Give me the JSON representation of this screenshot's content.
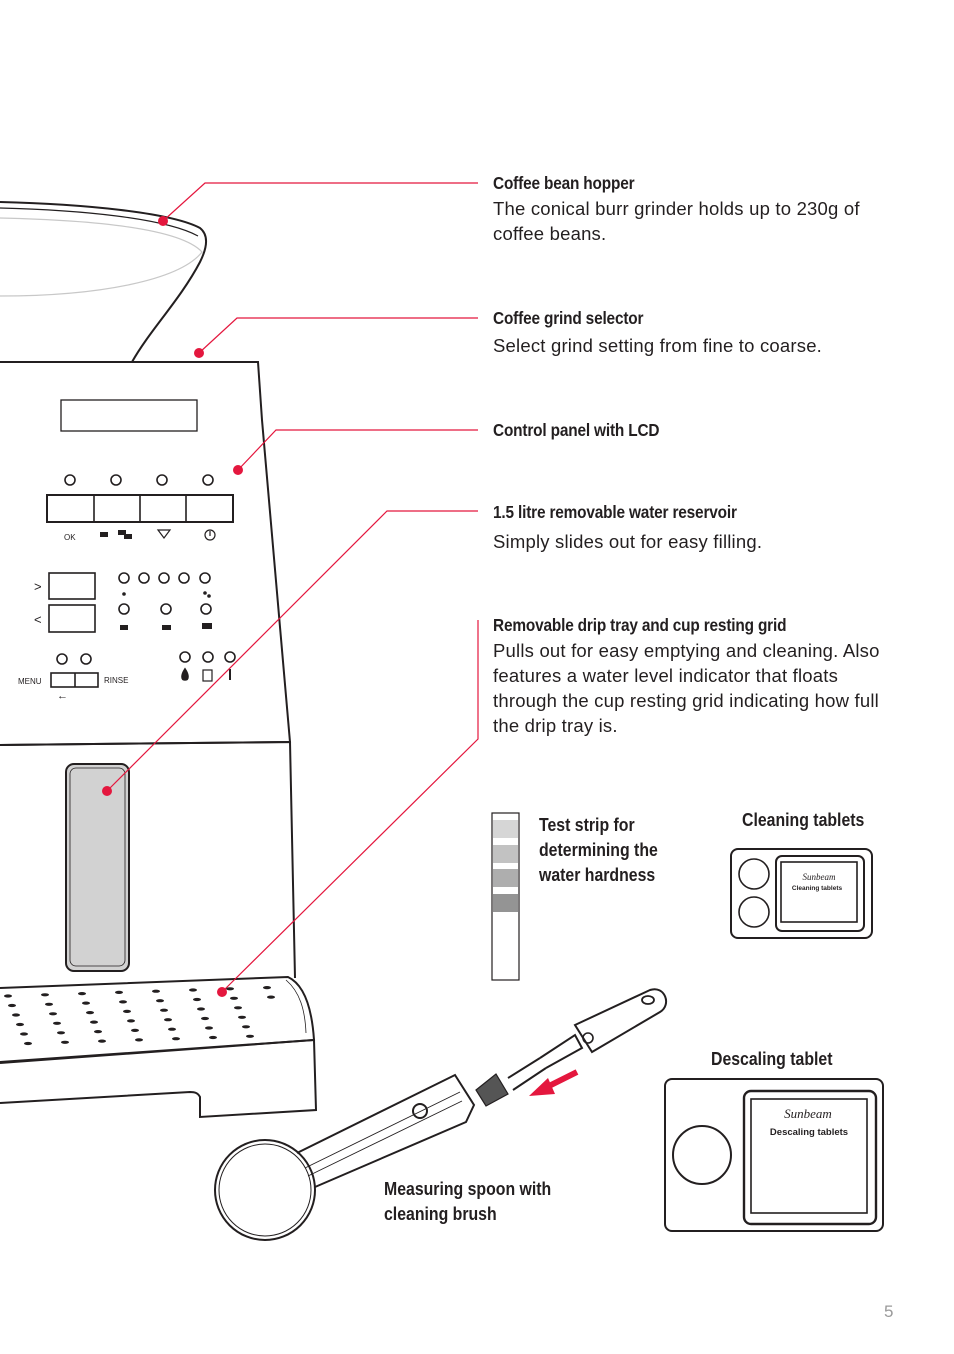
{
  "callouts": [
    {
      "title": "Coffee bean hopper",
      "description": "The conical burr grinder holds up to 230g of coffee beans."
    },
    {
      "title": "Coffee grind selector",
      "description": "Select grind setting from fine to coarse."
    },
    {
      "title": "Control panel with LCD",
      "description": ""
    },
    {
      "title": "1.5 litre removable water reservoir",
      "description": "Simply slides out for easy filling."
    },
    {
      "title": "Removable drip tray and cup resting grid",
      "description": "Pulls out for easy emptying and cleaning. Also features a water level indicator that floats through the cup resting grid indicating how full the drip tray is."
    }
  ],
  "accessories": {
    "test_strip": {
      "label": "Test strip for determining the water hardness"
    },
    "cleaning_tablets": {
      "label": "Cleaning tablets",
      "pack_brand": "Sunbeam",
      "pack_text": "Cleaning tablets"
    },
    "descaling_tablet": {
      "label": "Descaling tablet",
      "pack_brand": "Sunbeam",
      "pack_text": "Descaling tablets"
    },
    "spoon": {
      "label": "Measuring spoon with cleaning brush"
    }
  },
  "control_panel": {
    "ok_label": "OK",
    "menu_label": "MENU",
    "rinse_label": "RINSE",
    "next_label": ">",
    "prev_label": "<",
    "back_arrow": "←"
  },
  "colors": {
    "callout_red": "#e4173e",
    "line": "#231f20",
    "reservoir_grey": "#d2d2d2"
  },
  "page_number": "5"
}
